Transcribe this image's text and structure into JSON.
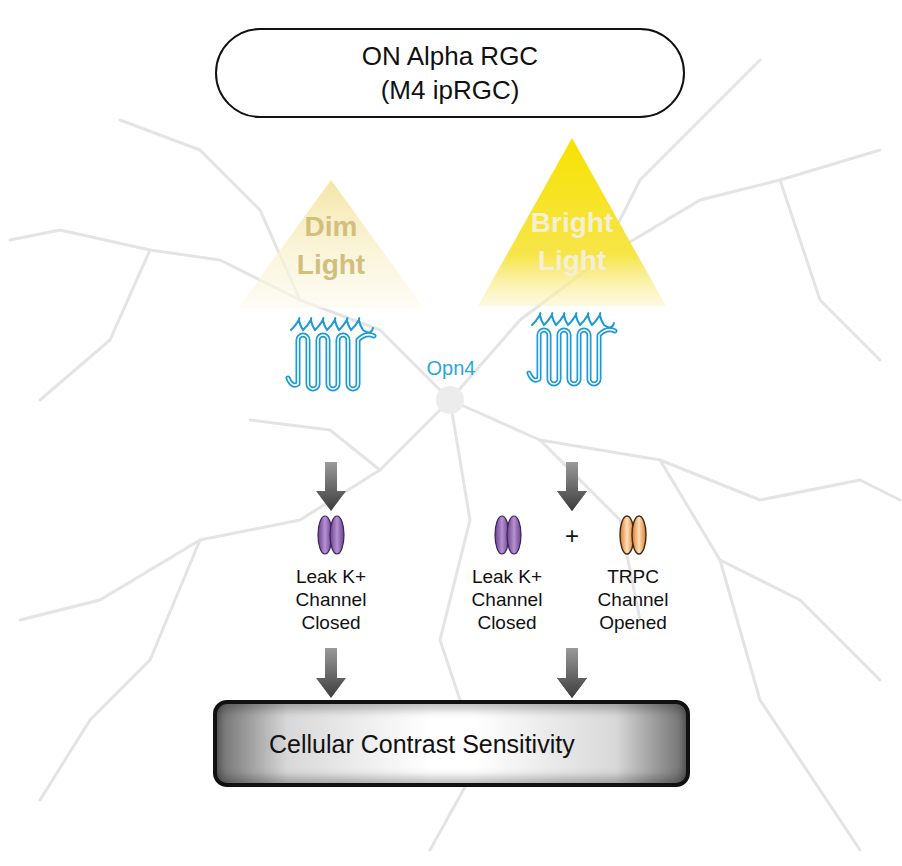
{
  "diagram": {
    "nodes": [
      {
        "text": [
          "ON Alpha RGC",
          "(M4 ipRGC)"
        ]
      },
      {
        "text": [
          "Dim Light"
        ]
      },
      {
        "text": [
          "Bright Light"
        ]
      },
      {
        "text": [
          "Leak K+ Channel Closed"
        ]
      },
      {
        "text": [
          "Leak K+ Channel Closed"
        ]
      },
      {
        "text": [
          "TRPC Channel Opened"
        ]
      },
      {
        "text": [
          "Cellular Contrast Sensitivity"
        ]
      }
    ],
    "edges": [
      {
        "from": 1,
        "to": 3,
        "arrow": "to"
      },
      {
        "from": 2,
        "to": 4,
        "arrow": "to"
      },
      {
        "from": 2,
        "to": 5,
        "arrow": "to"
      },
      {
        "from": 3,
        "to": 6,
        "arrow": "to"
      },
      {
        "from": 4,
        "to": 6,
        "arrow": "to"
      },
      {
        "from": 5,
        "to": 6,
        "arrow": "to"
      }
    ],
    "labels": [
      "Opn4",
      "+"
    ]
  }
}
